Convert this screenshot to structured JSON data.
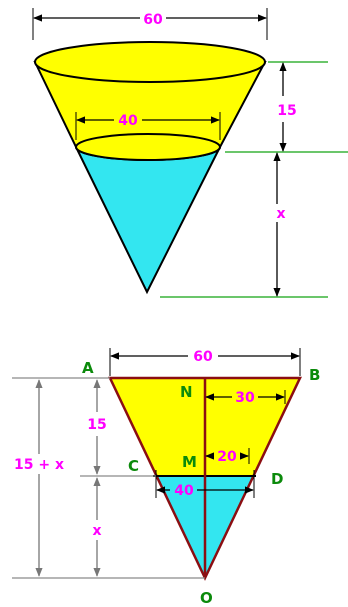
{
  "colors": {
    "yellow": "#ffff00",
    "cyan": "#33e6f0",
    "dim_line": "#000000",
    "ext_line": "#13a313",
    "label_magenta": "#ff00ff",
    "label_green": "#0b8a0b",
    "triangle_edge": "#8b0e12",
    "gray_dim": "#8a8a8a"
  },
  "top": {
    "top_diameter": "60",
    "water_diameter": "40",
    "depth_empty": "15",
    "depth_water": "x"
  },
  "bottom": {
    "points": {
      "A": "A",
      "B": "B",
      "N": "N",
      "C": "C",
      "M": "M",
      "D": "D",
      "O": "O"
    },
    "dim_AB": "60",
    "dim_NB": "30",
    "dim_MD": "20",
    "dim_CD": "40",
    "dim_NM": "15",
    "dim_MO": "x",
    "dim_total": "15 + x"
  }
}
